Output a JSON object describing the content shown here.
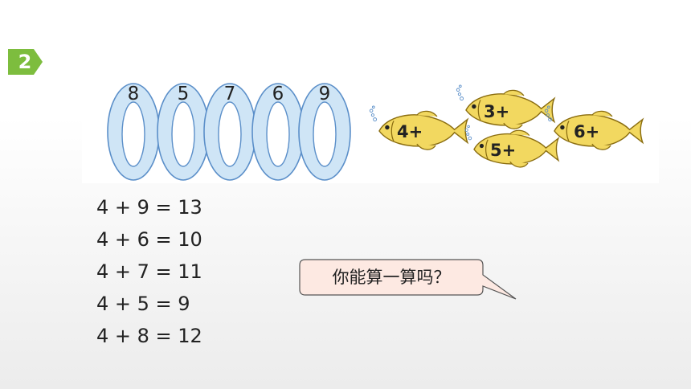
{
  "badge": {
    "number": "2",
    "color": "#7dbd3e"
  },
  "rings": [
    {
      "number": "8"
    },
    {
      "number": "5"
    },
    {
      "number": "7"
    },
    {
      "number": "6"
    },
    {
      "number": "9"
    }
  ],
  "fish": [
    {
      "label": "4+"
    },
    {
      "label": "3+"
    },
    {
      "label": "5+"
    },
    {
      "label": "6+"
    }
  ],
  "equations": [
    "4 + 9 = 13",
    "4 + 6 = 10",
    "4 + 7 = 11",
    "4 + 5 = 9",
    "4 + 8 = 12"
  ],
  "bubble": {
    "text": "你能算一算吗？",
    "fill": "#fde9e2"
  },
  "colors": {
    "ring_fill": "#cfe5f6",
    "ring_stroke": "#5b8fc9",
    "fish_fill": "#f2d860",
    "fish_stroke": "#8a6d10"
  }
}
